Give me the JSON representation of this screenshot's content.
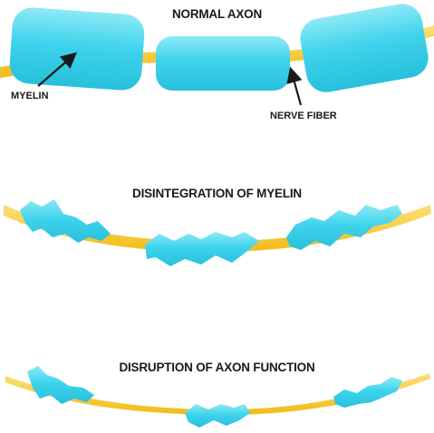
{
  "panels": {
    "normal": {
      "title": "NORMAL AXON"
    },
    "disintegration": {
      "title": "DISINTEGRATION OF MYELIN"
    },
    "disruption": {
      "title": "DISRUPTION OF AXON FUNCTION"
    }
  },
  "labels": {
    "myelin": "MYELIN",
    "nerve_fiber": "NERVE FIBER"
  },
  "colors": {
    "myelin": "#3fd3ec",
    "myelin_light": "#8ee9f7",
    "myelin_edge": "#1fb7d3",
    "fiber": "#f6c726",
    "fiber_light": "#fbe07a",
    "arrow": "#1a1a1a"
  }
}
